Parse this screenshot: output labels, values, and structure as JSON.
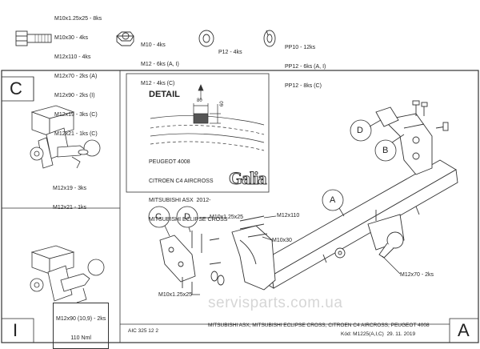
{
  "hardware": {
    "bolts": [
      "M10x1.25x25 - 8ks",
      "M10x30 - 4ks",
      "M12x110 - 4ks",
      "M12x70 - 2ks (A)",
      "M12x90 - 2ks (I)",
      "M12x19 - 3ks (C)",
      "M12x21 - 1ks (C)"
    ],
    "nuts": [
      "M10 - 4ks",
      "M12 - 6ks (A, I)",
      "M12 - 4ks (C)"
    ],
    "washers": [
      "P12 - 4ks"
    ],
    "spring_washers": [
      "PP10 - 12ks",
      "PP12 - 6ks (A, I)",
      "PP12 - 8ks (C)"
    ]
  },
  "panels": {
    "c_label": "C",
    "c_bolts": [
      "M12x19 - 3ks",
      "M12x21 - 1ks"
    ],
    "i_label": "I",
    "i_bolts": [
      "M12x90 (10,9) - 2ks",
      "110 Nml"
    ]
  },
  "detail": {
    "title": "DETAIL",
    "dim_80": "80",
    "dim_60": "60",
    "vehicles": [
      "PEUGEOT 4008",
      "CITROEN C4 AIRCROSS",
      "MITSUBISHI ASX  2012-",
      "MITSUBISHI ECLIPSE CROSS"
    ]
  },
  "logo": "Galia",
  "callouts": {
    "a": "A",
    "b": "B",
    "c": "C",
    "d": "D"
  },
  "bolt_labels": {
    "m10x125x25_top": "M10x1.25x25",
    "m12x110": "M12x110",
    "m10x30": "M10x30",
    "m10x125x25_bottom": "M10x1.25x25",
    "m12x70": "M12x70 - 2ks"
  },
  "footer": {
    "code": "AIC 325 12 2",
    "models": "MITSUBISHI ASX, MITSUBISHI ECLIPSE CROSS, CITROEN C4 AIRCROSS, PEUGEOT 4008",
    "kod": "Kód: M1225(A,I,C)  29. 11. 2019",
    "letter": "A"
  },
  "watermark": "servisparts.com.ua"
}
